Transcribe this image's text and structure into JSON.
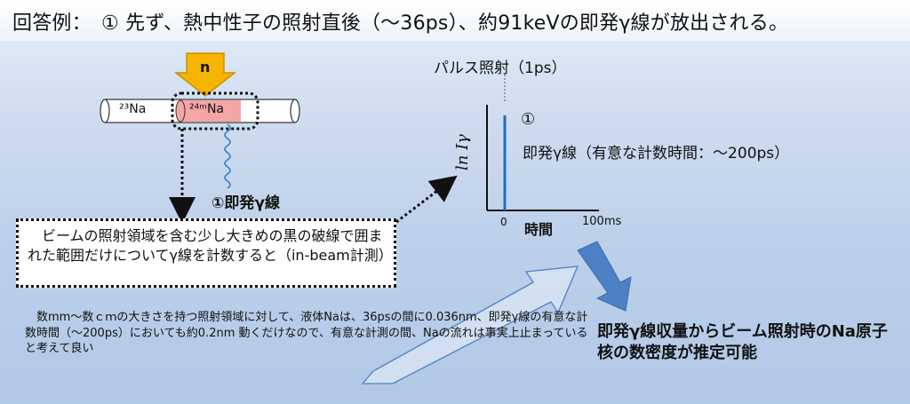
{
  "title": "回答例：　① 先ず、熱中性子の照射直後（〜36ps）、約91keVの即発γ線が放出される。",
  "neutron_label": "n",
  "pipe": {
    "label_23": "²³Na",
    "label_24m": "²⁴ᵐNa"
  },
  "prompt_gamma_label": "①即発γ線",
  "pulse_label": "パルス照射（1ps）",
  "graph": {
    "ylabel": "ln Iγ",
    "xlabel": "時間",
    "tick_zero": "0",
    "tick_end": "100ms",
    "marker": "①",
    "annotation": "即発γ線（有意な計数時間：〜200ps）"
  },
  "dotted_box_text": "　ビームの照射領域を含む少し大きめの黒の破線で囲まれた範囲だけについてγ線を計数すると（in-beam計測）",
  "note": "　数mm〜数ｃｍの大きさを持つ照射領域に対して、液体Naは、36psの間に0.036nm、即発γ線の有意な計数時間（〜200ps）においても約0.2nm 動くだけなので、有意な計測の間、Naの流れは事実上止まっていると考えて良い",
  "conclusion": "即発γ線収量からビーム照射時のNa原子核の数密度が推定可能",
  "colors": {
    "neutron_arrow": "#f5b400",
    "pipe_highlight": "#f4a5a5",
    "spike": "#1f6fbf",
    "big_arrow": "#4e81c4"
  }
}
